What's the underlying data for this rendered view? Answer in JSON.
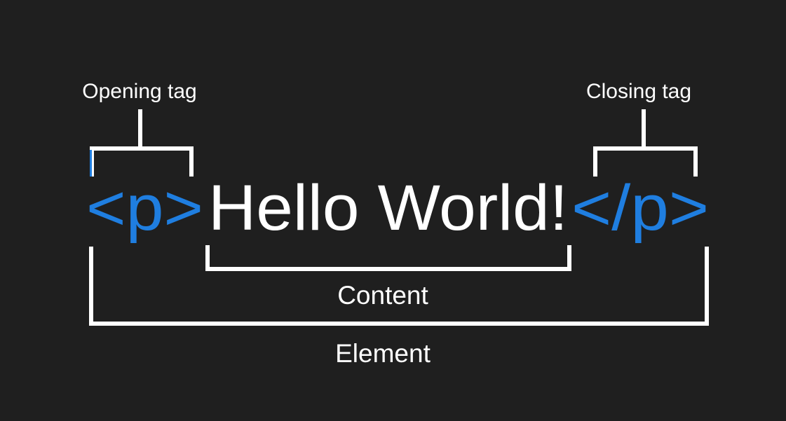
{
  "labels": {
    "opening_tag": "Opening tag",
    "closing_tag": "Closing tag",
    "content": "Content",
    "element": "Element"
  },
  "code": {
    "open_tag": "<p>",
    "content": "Hello World!",
    "close_tag": "</p>"
  },
  "colors": {
    "background": "#1f1f1f",
    "tag": "#1f7ee0",
    "text": "#ffffff",
    "bracket": "#ffffff"
  }
}
